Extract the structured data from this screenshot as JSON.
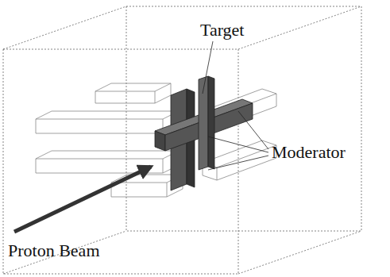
{
  "diagram": {
    "labels": [
      "Target",
      "Moderator",
      "Proton Beam"
    ]
  }
}
